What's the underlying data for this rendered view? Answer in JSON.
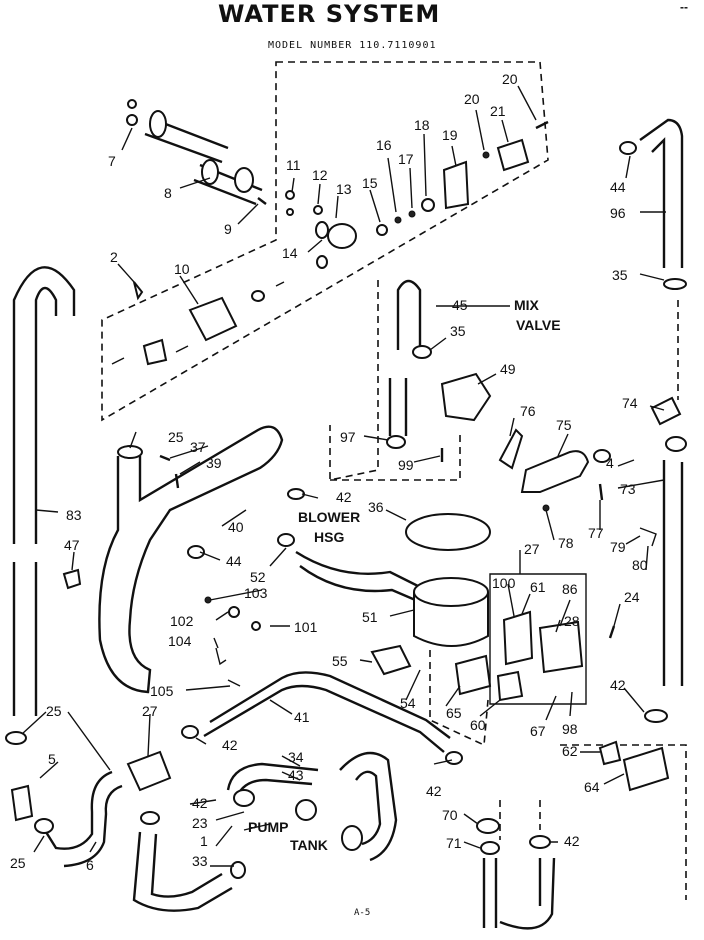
{
  "header": {
    "title": "WATER SYSTEM",
    "model_line": "MODEL NUMBER  110.7110901",
    "corner_mark": "--",
    "footer": "A-5"
  },
  "captions": {
    "mix_valve_1": "MIX",
    "mix_valve_2": "VALVE",
    "blower_1": "BLOWER",
    "blower_2": "HSG",
    "pump": "PUMP",
    "tank": "TANK"
  },
  "labels": [
    {
      "id": "l7",
      "text": "7"
    },
    {
      "id": "l8",
      "text": "8"
    },
    {
      "id": "l9",
      "text": "9"
    },
    {
      "id": "l11",
      "text": "11"
    },
    {
      "id": "l12",
      "text": "12"
    },
    {
      "id": "l13",
      "text": "13"
    },
    {
      "id": "l14",
      "text": "14"
    },
    {
      "id": "l15",
      "text": "15"
    },
    {
      "id": "l16",
      "text": "16"
    },
    {
      "id": "l17",
      "text": "17"
    },
    {
      "id": "l18",
      "text": "18"
    },
    {
      "id": "l19",
      "text": "19"
    },
    {
      "id": "l20a",
      "text": "20"
    },
    {
      "id": "l20b",
      "text": "20"
    },
    {
      "id": "l21",
      "text": "21"
    },
    {
      "id": "l2",
      "text": "2"
    },
    {
      "id": "l10",
      "text": "10"
    },
    {
      "id": "l44a",
      "text": "44"
    },
    {
      "id": "l96",
      "text": "96"
    },
    {
      "id": "l35a",
      "text": "35"
    },
    {
      "id": "l45",
      "text": "45"
    },
    {
      "id": "l35b",
      "text": "35"
    },
    {
      "id": "l49",
      "text": "49"
    },
    {
      "id": "l97",
      "text": "97"
    },
    {
      "id": "l99",
      "text": "99"
    },
    {
      "id": "l25a",
      "text": "25"
    },
    {
      "id": "l37",
      "text": "37"
    },
    {
      "id": "l39",
      "text": "39"
    },
    {
      "id": "l83",
      "text": "83"
    },
    {
      "id": "l40",
      "text": "40"
    },
    {
      "id": "l42a",
      "text": "42"
    },
    {
      "id": "l36",
      "text": "36"
    },
    {
      "id": "l76",
      "text": "76"
    },
    {
      "id": "l75",
      "text": "75"
    },
    {
      "id": "l74",
      "text": "74"
    },
    {
      "id": "l4",
      "text": "4"
    },
    {
      "id": "l73",
      "text": "73"
    },
    {
      "id": "l78",
      "text": "78"
    },
    {
      "id": "l77",
      "text": "77"
    },
    {
      "id": "l79",
      "text": "79"
    },
    {
      "id": "l80",
      "text": "80"
    },
    {
      "id": "l27a",
      "text": "27"
    },
    {
      "id": "l47",
      "text": "47"
    },
    {
      "id": "l44b",
      "text": "44"
    },
    {
      "id": "l52",
      "text": "52"
    },
    {
      "id": "l103",
      "text": "103"
    },
    {
      "id": "l102",
      "text": "102"
    },
    {
      "id": "l101",
      "text": "101"
    },
    {
      "id": "l104",
      "text": "104"
    },
    {
      "id": "l51",
      "text": "51"
    },
    {
      "id": "l100",
      "text": "100"
    },
    {
      "id": "l61",
      "text": "61"
    },
    {
      "id": "l86",
      "text": "86"
    },
    {
      "id": "l28",
      "text": "28"
    },
    {
      "id": "l24",
      "text": "24"
    },
    {
      "id": "l55",
      "text": "55"
    },
    {
      "id": "l54",
      "text": "54"
    },
    {
      "id": "l65",
      "text": "65"
    },
    {
      "id": "l60",
      "text": "60"
    },
    {
      "id": "l67",
      "text": "67"
    },
    {
      "id": "l98",
      "text": "98"
    },
    {
      "id": "l42b",
      "text": "42"
    },
    {
      "id": "l105",
      "text": "105"
    },
    {
      "id": "l41",
      "text": "41"
    },
    {
      "id": "l25b",
      "text": "25"
    },
    {
      "id": "l27b",
      "text": "27"
    },
    {
      "id": "l42c",
      "text": "42"
    },
    {
      "id": "l5",
      "text": "5"
    },
    {
      "id": "l34",
      "text": "34"
    },
    {
      "id": "l43",
      "text": "43"
    },
    {
      "id": "l42d",
      "text": "42"
    },
    {
      "id": "l62",
      "text": "62"
    },
    {
      "id": "l64",
      "text": "64"
    },
    {
      "id": "l42e",
      "text": "42"
    },
    {
      "id": "l23",
      "text": "23"
    },
    {
      "id": "l1",
      "text": "1"
    },
    {
      "id": "l33",
      "text": "33"
    },
    {
      "id": "l25c",
      "text": "25"
    },
    {
      "id": "l6",
      "text": "6"
    },
    {
      "id": "l70",
      "text": "70"
    },
    {
      "id": "l71",
      "text": "71"
    },
    {
      "id": "l42f",
      "text": "42"
    }
  ]
}
